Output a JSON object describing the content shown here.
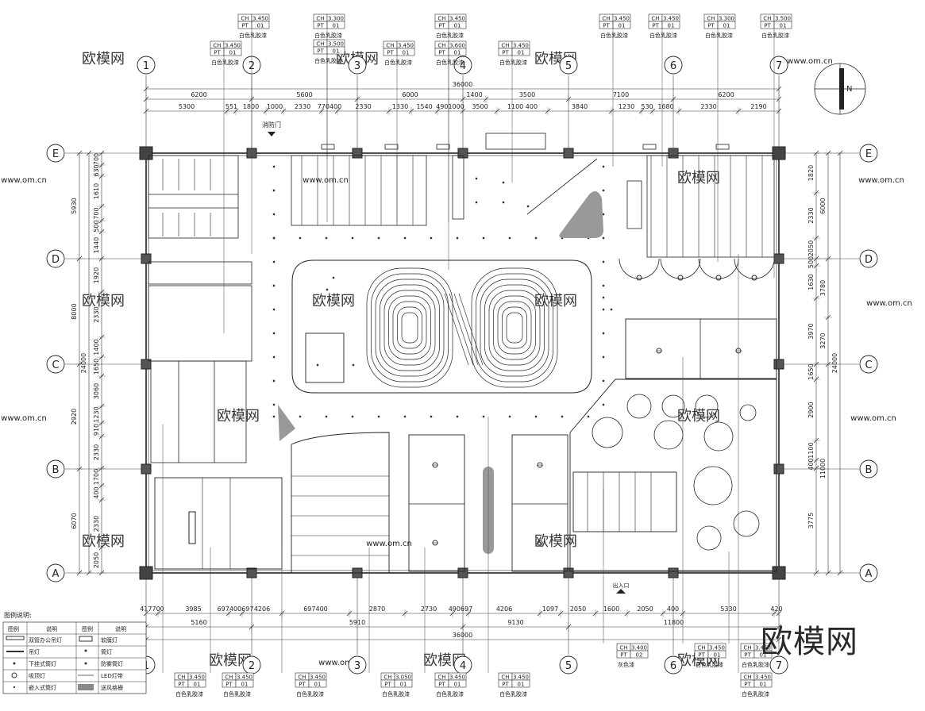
{
  "grid": {
    "columns": [
      "1",
      "2",
      "3",
      "4",
      "5",
      "6",
      "7"
    ],
    "rows": [
      "E",
      "D",
      "C",
      "B",
      "A"
    ]
  },
  "dims": {
    "top_total": "36000",
    "top_row1": [
      "6200",
      "5600",
      "6000",
      "1400",
      "3500",
      "7100",
      "6200"
    ],
    "top_row2": [
      "5300",
      "551",
      "1800",
      "1000",
      "2330",
      "770400",
      "2330",
      "1330",
      "1540",
      "4901000",
      "3500",
      "1100 400",
      "3840",
      "1230",
      "530",
      "1680",
      "2330",
      "2190"
    ],
    "bottom_row1": [
      "417700",
      "3985",
      "697400697",
      "4206",
      "697400",
      "2870",
      "2730",
      "490697",
      "4206",
      "1097",
      "2050",
      "1600",
      "2050",
      "400",
      "5330",
      "420"
    ],
    "bottom_row2": [
      "5160",
      "5910",
      "9130",
      "11800"
    ],
    "bottom_total": "36000",
    "left_outer": [
      "5930",
      "8000",
      "2920",
      "6070"
    ],
    "left_total": "24000",
    "left_inner": [
      "700",
      "630",
      "1610",
      "700",
      "500",
      "1440",
      "1920",
      "2330",
      "1400",
      "1650",
      "3060",
      "1230",
      "910",
      "2330",
      "1700",
      "400",
      "2330",
      "2050"
    ],
    "right_inner": [
      "1820",
      "2330",
      "2050",
      "500",
      "1630",
      "3970",
      "1650",
      "2900",
      "1100",
      "400",
      "3775"
    ],
    "right_outer": [
      "6000",
      "3780",
      "3270",
      "11000"
    ],
    "right_total": "24000"
  },
  "tags": [
    {
      "ch": "3.450",
      "pt": "01",
      "note": "白色乳胶漆"
    },
    {
      "ch": "3.300",
      "pt": "01",
      "note": "白色乳胶漆"
    },
    {
      "ch": "3.500",
      "pt": "01",
      "note": "白色乳胶漆"
    },
    {
      "ch": "3.450",
      "pt": "01",
      "note": "白色乳胶漆"
    },
    {
      "ch": "3.450",
      "pt": "01",
      "note": "白色乳胶漆"
    },
    {
      "ch": "3.600",
      "pt": "01",
      "note": "白色乳胶漆"
    },
    {
      "ch": "3.450",
      "pt": "01",
      "note": "白色乳胶漆"
    },
    {
      "ch": "3.450",
      "pt": "01",
      "note": "白色乳胶漆"
    },
    {
      "ch": "3.450",
      "pt": "01",
      "note": "白色乳胶漆"
    },
    {
      "ch": "3.300",
      "pt": "01",
      "note": "白色乳胶漆"
    },
    {
      "ch": "3.500",
      "pt": "01",
      "note": "白色乳胶漆"
    },
    {
      "ch": "3.450",
      "pt": "01",
      "note": "白色乳胶漆"
    },
    {
      "ch": "3.450",
      "pt": "01",
      "note": "白色乳胶漆"
    },
    {
      "ch": "3.450",
      "pt": "01",
      "note": "白色乳胶漆"
    },
    {
      "ch": "3.050",
      "pt": "01",
      "note": "白色乳胶漆"
    },
    {
      "ch": "3.450",
      "pt": "01",
      "note": "白色乳胶漆"
    },
    {
      "ch": "3.450",
      "pt": "01",
      "note": "白色乳胶漆"
    },
    {
      "ch": "3.450",
      "pt": "01",
      "note": "白色乳胶漆"
    },
    {
      "ch": "3.400",
      "pt": "02",
      "note": "灰色漆"
    },
    {
      "ch": "3.450",
      "pt": "01",
      "note": "白色乳胶漆"
    },
    {
      "ch": "3.450",
      "pt": "01",
      "note": "白色乳胶漆"
    },
    {
      "ch": "3.450",
      "pt": "01",
      "note": "白色乳胶漆"
    }
  ],
  "legend": {
    "title": "图例说明:",
    "headers": [
      "图例",
      "说明",
      "图例",
      "说明"
    ],
    "rows": [
      [
        "双管办公吊灯",
        "软膜灯"
      ],
      [
        "吊灯",
        "筒灯"
      ],
      [
        "下挂式筒灯",
        "防雾筒灯"
      ],
      [
        "吸顶灯",
        "LED灯带"
      ],
      [
        "嵌入式筒灯",
        "送风格栅"
      ]
    ]
  },
  "labels": {
    "fire_door": "消防门",
    "entrance": "出入口"
  },
  "north": "N",
  "brand": "欧模网",
  "watermark_url": "www.om.cn",
  "watermark_logo": "欧模网"
}
